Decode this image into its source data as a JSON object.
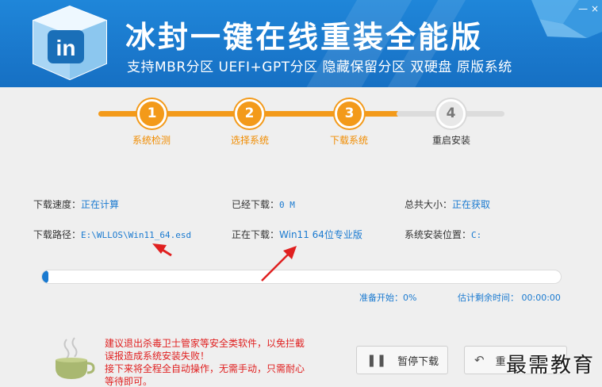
{
  "header": {
    "title": "冰封一键在线重装全能版",
    "subtitle": "支持MBR分区  UEFI+GPT分区  隐藏保留分区  双硬盘  原版系统",
    "logo_text": "in",
    "controls": "— ×"
  },
  "steps": [
    {
      "num": "1",
      "label": "系统检测",
      "state": "done"
    },
    {
      "num": "2",
      "label": "选择系统",
      "state": "done"
    },
    {
      "num": "3",
      "label": "下载系统",
      "state": "done"
    },
    {
      "num": "4",
      "label": "重启安装",
      "state": "todo"
    }
  ],
  "info": {
    "speed_label": "下载速度：",
    "speed_value": "正在计算",
    "downloaded_label": "已经下载：",
    "downloaded_value": "0 M",
    "total_label": "总共大小：",
    "total_value": "正在获取",
    "path_label": "下载路径：",
    "path_value": "E:\\WLLOS\\Win11_64.esd",
    "current_label": "正在下载：",
    "current_value": "Win11 64位专业版",
    "install_label": "系统安装位置：",
    "install_value": "C:"
  },
  "progress": {
    "fraction": 0.01,
    "status_text": "准备开始：0%",
    "time_text": "估计剩余时间：  00:00:00"
  },
  "warning": {
    "line1": "建议退出杀毒卫士管家等安全类软件，以免拦截",
    "line2": "误报造成系统安装失败！",
    "line3": "接下来将全程全自动操作，无需手动，只需耐心",
    "line4": "等待即可。"
  },
  "buttons": {
    "pause_label": "暂停下载",
    "restart_label": "重"
  },
  "watermark": "最需教育",
  "colors": {
    "header": "#1a78cc",
    "accent_orange": "#f39a1a",
    "link_blue": "#1a7ad0",
    "warning_red": "#e02020",
    "arrow_red": "#e02020"
  }
}
